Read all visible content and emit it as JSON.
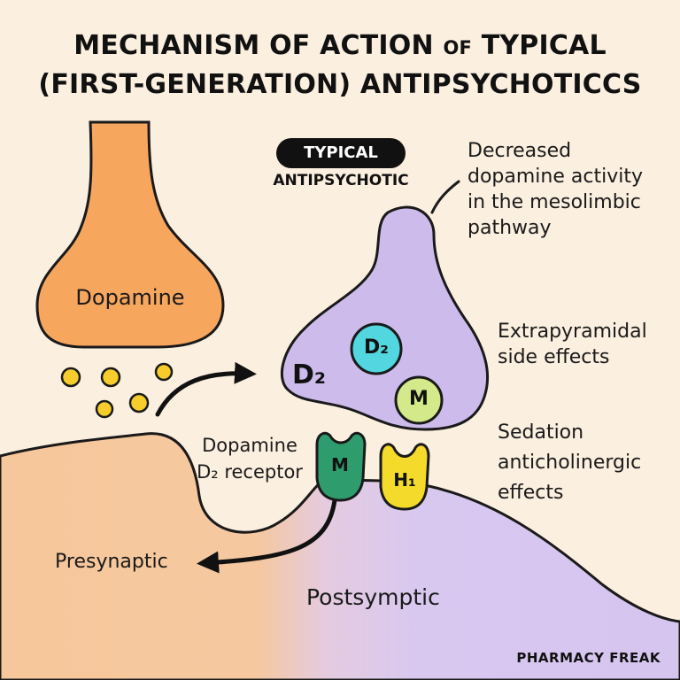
{
  "title": {
    "line1_main": "MECHANISM OF ACTION",
    "line1_small": "OF",
    "line1_end": "TYPICAL",
    "line2": "(FIRST-GENERATION) ANTIPSYCHOTICCS"
  },
  "drug": {
    "badge": "TYPICAL",
    "sub": "ANTIPSYCHOTIC",
    "receptor_label": "D₂",
    "inner_d2": "D₂",
    "inner_m": "M"
  },
  "neuron": {
    "presyn_label": "Dopamine"
  },
  "receptors": {
    "label": [
      "Dopamine",
      "D₂ receptor"
    ],
    "m": "M",
    "h1": "H₁"
  },
  "regions": {
    "presynaptic": "Presynaptic",
    "postsynaptic": "Postsymptic"
  },
  "effects": {
    "e1": [
      "Decreased",
      "dopamine activity",
      "in the mesolimbic",
      "pathway"
    ],
    "e2": [
      "Extrapyramidal",
      "side effects"
    ],
    "e3": [
      "Sedation",
      "anticholinergic",
      "effects"
    ]
  },
  "brand": "PHARMACY FREAK",
  "colors": {
    "background": "#fbefe0",
    "presynaptic_neuron": "#f7a65e",
    "drug_body": "#cdbbec",
    "postsynaptic_cell": "#d9c9f0",
    "d2_circle": "#52d6e0",
    "m_circle": "#d4e98a",
    "m_receptor": "#2f9c6e",
    "h1_receptor": "#f4da2a",
    "dopamine_dots": "#f6cd2a"
  }
}
